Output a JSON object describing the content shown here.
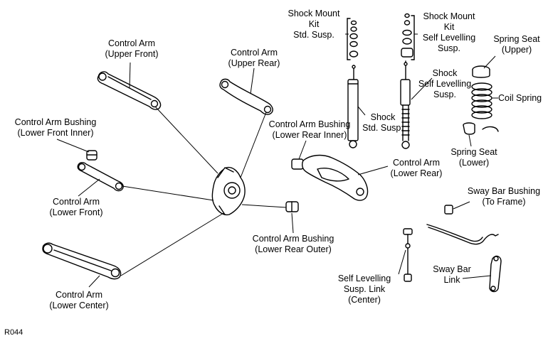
{
  "diagram_code": "R044",
  "labels": {
    "control_arm_upper_front": [
      "Control Arm",
      "(Upper Front)"
    ],
    "control_arm_upper_rear": [
      "Control Arm",
      "(Upper Rear)"
    ],
    "shock_mount_kit_std": [
      "Shock Mount",
      "Kit",
      "Std. Susp."
    ],
    "shock_mount_kit_self_levelling": [
      "Shock Mount",
      "Kit",
      "Self Levelling",
      "Susp."
    ],
    "spring_seat_upper": [
      "Spring Seat",
      "(Upper)"
    ],
    "coil_spring": [
      "Coil Spring"
    ],
    "shock_self_levelling": [
      "Shock",
      "Self Levelling",
      "Susp."
    ],
    "shock_std": [
      "Shock",
      "Std. Susp."
    ],
    "spring_seat_lower": [
      "Spring Seat",
      "(Lower)"
    ],
    "control_arm_bushing_lower_front_inner": [
      "Control Arm Bushing",
      "(Lower Front Inner)"
    ],
    "control_arm_bushing_lower_rear_inner": [
      "Control Arm Bushing",
      "(Lower Rear Inner)"
    ],
    "control_arm_lower_rear": [
      "Control Arm",
      "(Lower Rear)"
    ],
    "control_arm_lower_front": [
      "Control Arm",
      "(Lower Front)"
    ],
    "sway_bar_bushing": [
      "Sway Bar Bushing",
      "(To Frame)"
    ],
    "control_arm_bushing_lower_rear_outer": [
      "Control Arm Bushing",
      "(Lower Rear Outer)"
    ],
    "self_levelling_link": [
      "Self Levelling",
      "Susp. Link",
      "(Center)"
    ],
    "sway_bar_link": [
      "Sway Bar",
      "Link"
    ],
    "control_arm_lower_center": [
      "Control Arm",
      "(Lower Center)"
    ]
  }
}
